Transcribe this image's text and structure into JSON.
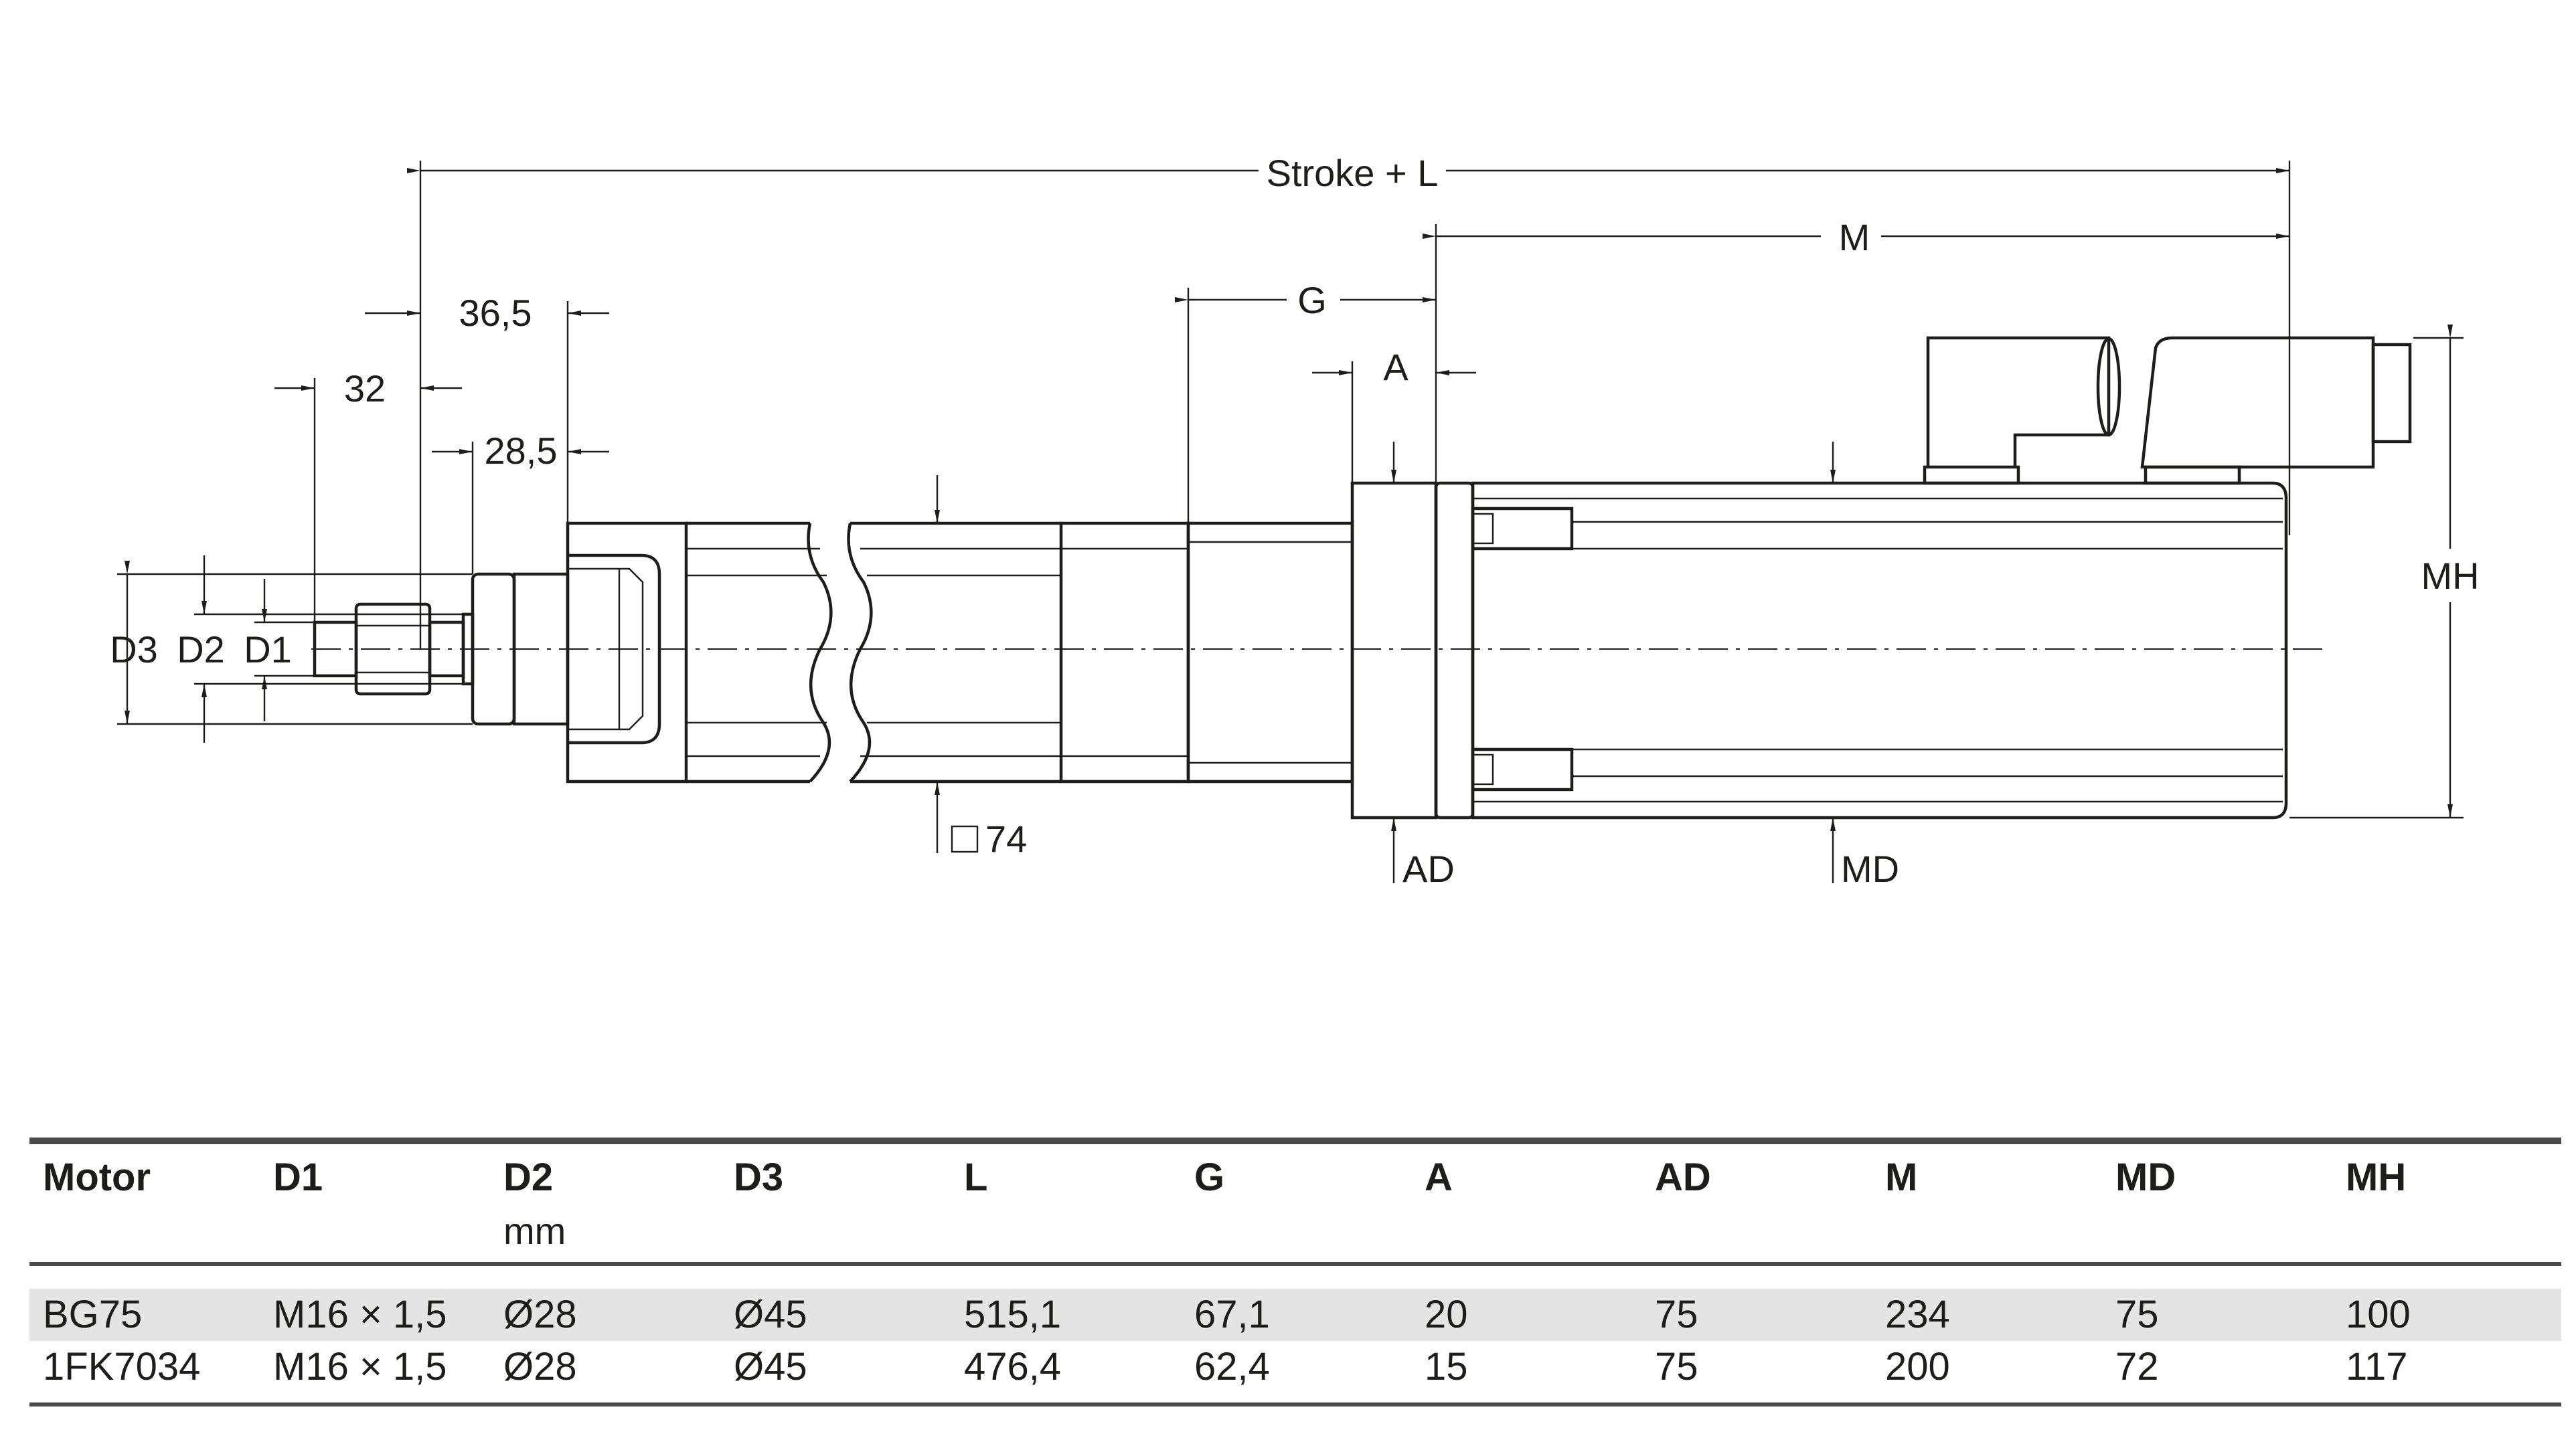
{
  "drawing": {
    "labels": {
      "stroke_l": "Stroke + L",
      "m": "M",
      "g": "G",
      "a": "A",
      "d365": "36,5",
      "d32": "32",
      "d285": "28,5",
      "d3": "D3",
      "d2": "D2",
      "d1": "D1",
      "sq74": "74",
      "ad": "AD",
      "md": "MD",
      "mh": "MH"
    }
  },
  "table": {
    "columns": [
      "Motor",
      "D1",
      "D2",
      "D3",
      "L",
      "G",
      "A",
      "AD",
      "M",
      "MD",
      "MH"
    ],
    "unit": "mm",
    "rows": [
      [
        "BG75",
        "M16 × 1,5",
        "Ø28",
        "Ø45",
        "515,1",
        "67,1",
        "20",
        "75",
        "234",
        "75",
        "100"
      ],
      [
        "1FK7034",
        "M16 × 1,5",
        "Ø28",
        "Ø45",
        "476,4",
        "62,4",
        "15",
        "75",
        "200",
        "72",
        "117"
      ]
    ]
  },
  "colors": {
    "ink": "#1d1d1b",
    "rule": "#4a4a4a",
    "row_shade": "#e4e4e4"
  }
}
